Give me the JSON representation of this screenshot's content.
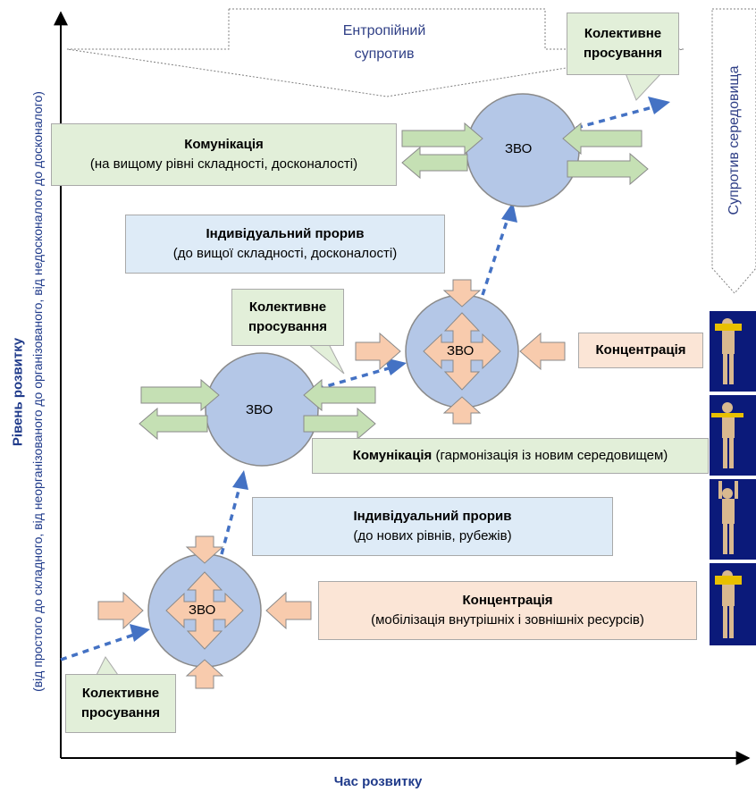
{
  "axes": {
    "y_label_main": "Рівень розвитку",
    "y_label_sub": "(від простого до складного, від неорганізованого до організованого, від недосконалого до досконалого)",
    "x_label": "Час розвитку"
  },
  "resistance": {
    "top": "Ентропійний супротив",
    "right": "Супротив середовища"
  },
  "nodes": {
    "zvo": "ЗВО"
  },
  "boxes": {
    "collective_top": "Колективне просування",
    "communication_top_title": "Комунікація",
    "communication_top_sub": "(на вищому рівні складності, досконалості)",
    "breakthrough_top_title": "Індивідуальний прорив",
    "breakthrough_top_sub": "(до вищої складності, досконалості)",
    "collective_mid": "Колективне просування",
    "concentration_mid": "Концентрація",
    "communication_mid_title": "Комунікація",
    "communication_mid_sub": "(гармонізація із новим середовищем)",
    "breakthrough_low_title": "Індивідуальний прорив",
    "breakthrough_low_sub": "(до нових рівнів, рубежів)",
    "concentration_low_title": "Концентрація",
    "concentration_low_sub": "(мобілізація внутрішніх і зовнішніх ресурсів)",
    "collective_low": "Колективне просування"
  },
  "colors": {
    "circle_fill": "#b4c7e7",
    "circle_stroke": "#8a8a8a",
    "green_arrow": "#c5e0b4",
    "peach_arrow": "#f8cbad",
    "dashed_arrow": "#4472c4",
    "figure_bg": "#0b1a7a"
  }
}
